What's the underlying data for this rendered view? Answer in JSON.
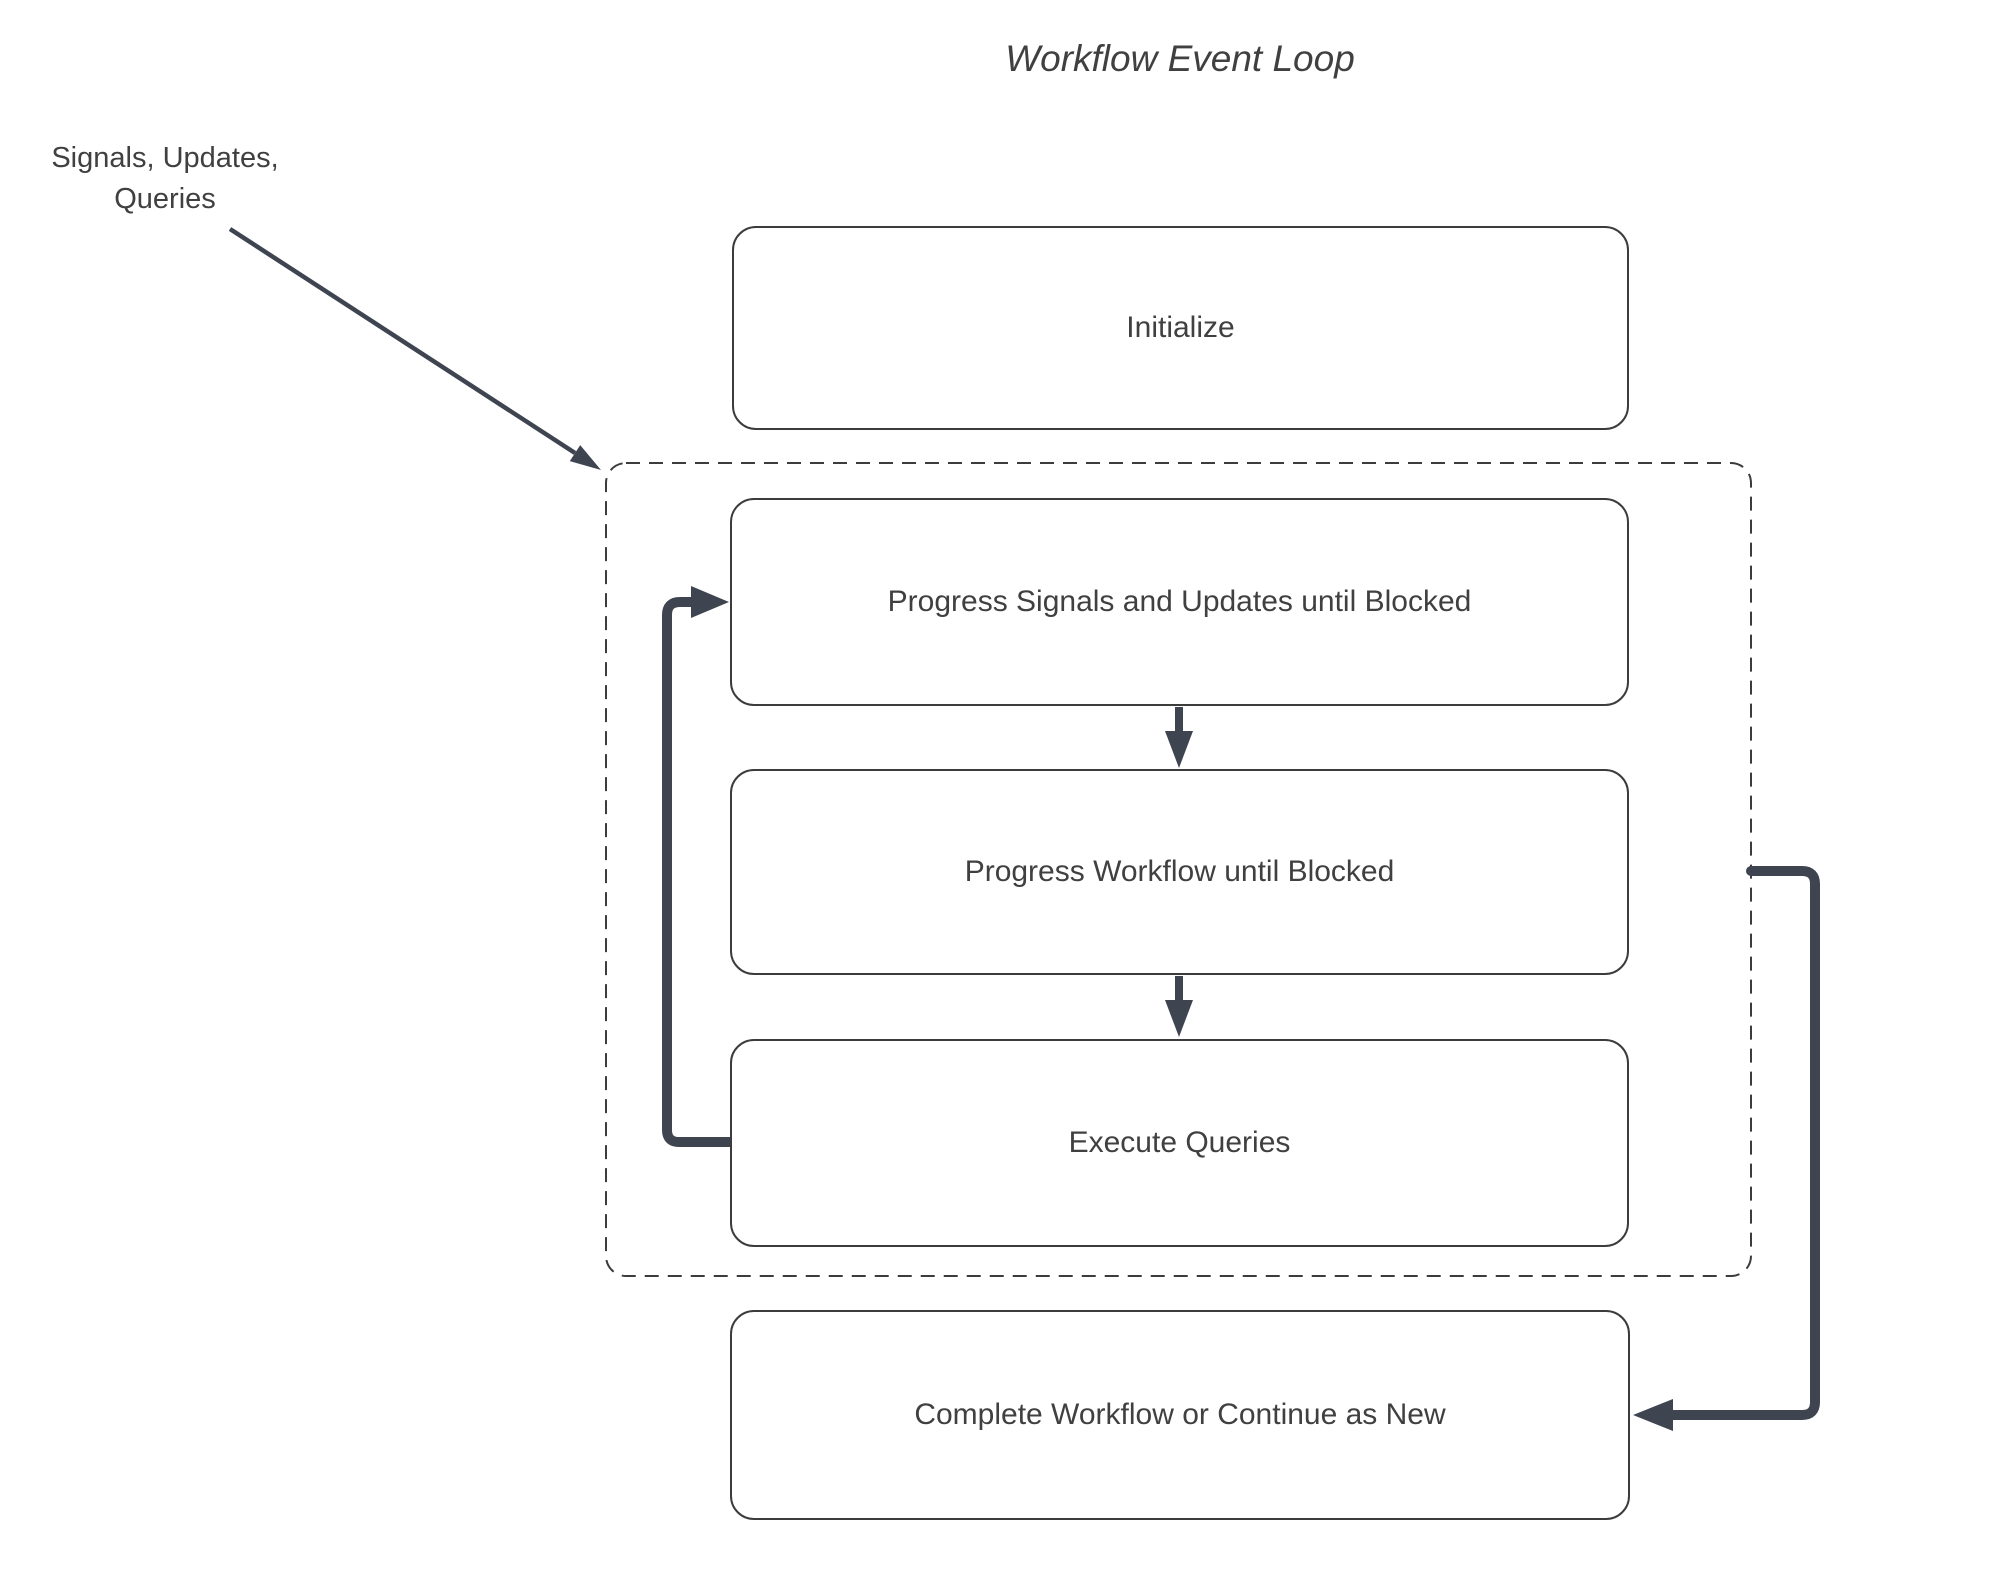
{
  "title": "Workflow Event Loop",
  "external_input": {
    "label": "Signals, Updates,\nQueries",
    "description": "arrow-into-event-loop-container"
  },
  "nodes": [
    {
      "id": "initialize",
      "label": "Initialize"
    },
    {
      "id": "progress-signals",
      "label": "Progress Signals and Updates until Blocked"
    },
    {
      "id": "progress-workflow",
      "label": "Progress Workflow until Blocked"
    },
    {
      "id": "execute-queries",
      "label": "Execute Queries"
    },
    {
      "id": "complete",
      "label": "Complete Workflow or Continue as New"
    }
  ],
  "edges": [
    {
      "from": "progress-signals",
      "to": "progress-workflow",
      "style": "down-arrow"
    },
    {
      "from": "progress-workflow",
      "to": "progress-signals-and-execute-queries-gap",
      "style": "down-arrow"
    },
    {
      "from": "execute-queries",
      "to": "progress-signals",
      "style": "loop-back-left"
    },
    {
      "from": "event-loop-container",
      "to": "complete",
      "style": "elbow-right-down"
    },
    {
      "from": "external-input",
      "to": "event-loop-container",
      "style": "diagonal-arrow"
    }
  ],
  "container": {
    "name": "event-loop-dashed-container",
    "style": "dashed"
  },
  "colors": {
    "background": "#ffffff",
    "line": "#3e4450",
    "box_border": "#3c3c3c",
    "text": "#404040"
  }
}
